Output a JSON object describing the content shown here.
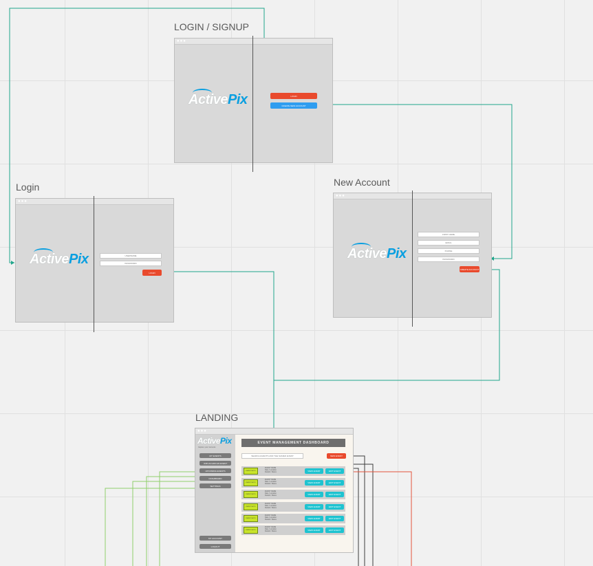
{
  "frames": {
    "login_signup": {
      "title": "LOGIN / SIGNUP",
      "login_button": "LOGIN",
      "create_button": "CREATE NEW ACCOUNT"
    },
    "login": {
      "title": "Login",
      "username_placeholder": "USERNAME",
      "password_placeholder": "PASSWORD",
      "login_button": "LOGIN"
    },
    "new_account": {
      "title": "New Account",
      "fields": [
        "FIRST NAME",
        "EMAIL",
        "PHONE",
        "PASSWORD"
      ],
      "create_button": "CREATE ACCOUNT"
    },
    "landing": {
      "title": "LANDING",
      "dashboard_title": "EVENT MANAGEMENT DASHBOARD",
      "search_placeholder": "SEARCH EVENTS AND THE NAMED EVENT",
      "new_event_button": "NEW EVENT",
      "logo_tagline": "Capture your moments",
      "sidebar_top": [
        "MY EVENTS",
        "JOIN AN ADD AN EVENT",
        "UPCOMING EVENTS",
        "DASHBOARD",
        "SETTINGS"
      ],
      "sidebar_bottom": [
        "MY ACCOUNT",
        "LOGOUT"
      ],
      "row_thumb": "EVENT PHOTO",
      "row_text": [
        "EVENT NAME",
        "Date / Location",
        "Details / Status"
      ],
      "row_buttons": [
        "VIEW EVENT",
        "EDIT EVENT"
      ],
      "row_count": 6
    }
  },
  "logo": {
    "part1": "Active",
    "part2": "Pix"
  },
  "colors": {
    "teal_connector": "#1fa58a",
    "green_connector": "#8fce6b",
    "dark_connector": "#3b3b3b",
    "red_connector": "#e4533a",
    "brand_blue": "#0a9fe0",
    "accent_red": "#e94a2d"
  }
}
